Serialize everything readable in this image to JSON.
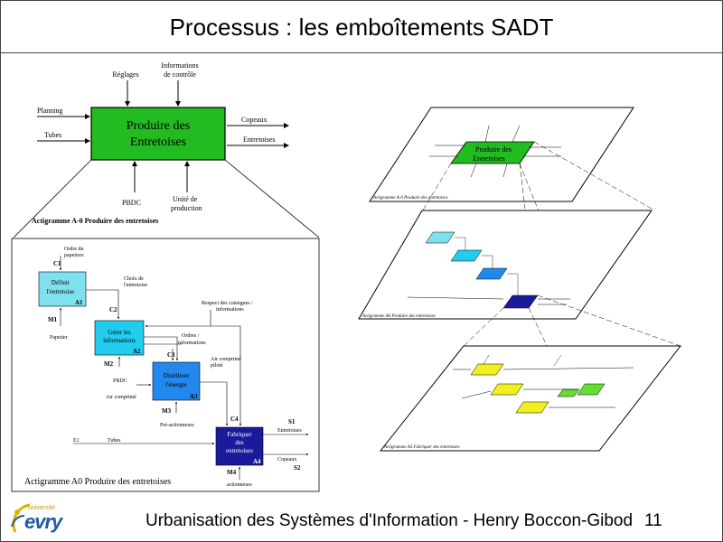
{
  "slide": {
    "title": "Processus : les emboîtements SADT",
    "footer": "Urbanisation des Systèmes d'Information - Henry Boccon-Gibod",
    "page_number": "11",
    "logo": {
      "top": "université",
      "main": "evry"
    }
  },
  "top_diagram": {
    "box_label_1": "Produire des",
    "box_label_2": "Entretoises",
    "controls": [
      "Réglages",
      "Informations",
      "de contrôle"
    ],
    "inputs": [
      "Planning",
      "Tubes"
    ],
    "outputs": [
      "Copeaux",
      "Entretoises"
    ],
    "mechanisms": [
      "PBDC",
      "Unité de",
      "production"
    ],
    "caption": "Actigramme A-0 Produire des entretoises"
  },
  "detail_diagram": {
    "caption": "Actigramme A0 Produire des entretoises",
    "top_labels": [
      "Ordre du",
      "papetiers",
      "Choix de",
      "l'entretoise",
      "Respect des consignes /",
      "informations",
      "Ordres /",
      "informations",
      "Air comprimé",
      "piloté"
    ],
    "activities": [
      {
        "id": "A1",
        "lines": [
          "Définir",
          "l'entretoise"
        ],
        "color": "#7fe0ef"
      },
      {
        "id": "A2",
        "lines": [
          "Gérer les",
          "informations"
        ],
        "color": "#22ccee"
      },
      {
        "id": "A3",
        "lines": [
          "Distribuer",
          "l'énergie"
        ],
        "color": "#2288ee"
      },
      {
        "id": "A4",
        "lines": [
          "Fabriquer",
          "des",
          "entretoises"
        ],
        "color": "#1a1a9a"
      }
    ],
    "connectors": [
      "C1",
      "C2",
      "C3",
      "C4",
      "M1",
      "M2",
      "M3",
      "M4",
      "E1",
      "S1",
      "S2"
    ],
    "misc_labels": [
      "Papetier",
      "PBDC",
      "Air comprimé",
      "Pré-actionneurs",
      "Tubes",
      "Entretoises",
      "Copeaux",
      "actionneurs"
    ]
  },
  "right_stack": {
    "top_box_label_1": "Produire des",
    "top_box_label_2": "Entretoises",
    "top_caption": "Actigramme A-0 Produire des entretoises",
    "mid_caption": "Actigramme A0 Produire des entretoises",
    "bottom_caption": "Actigramme A4 Fabriquer des entretoises"
  },
  "colors": {
    "green_box": "#22bb22",
    "light_cyan": "#7fe0ef",
    "cyan": "#22ccee",
    "blue": "#2288ee",
    "navy": "#1a1a9a",
    "yellow": "#f0f020",
    "lime": "#66dd33"
  }
}
